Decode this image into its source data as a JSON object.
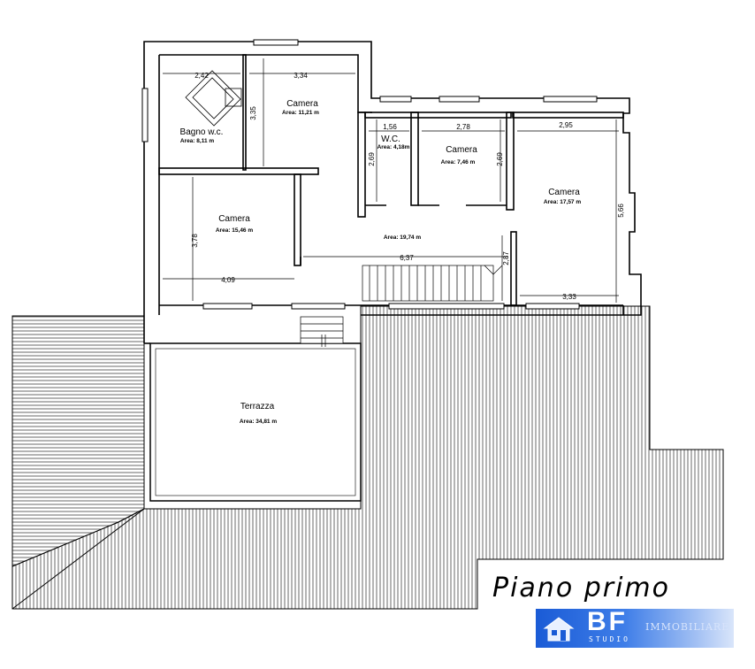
{
  "plan": {
    "title": "Piano primo",
    "rooms": [
      {
        "id": "bagno",
        "name": "Bagno w.c.",
        "area": "Area: 8,11 m"
      },
      {
        "id": "camera-1",
        "name": "Camera",
        "area": "Area: 11,21 m"
      },
      {
        "id": "wc",
        "name": "W.C.",
        "area": "Area: 4,18m"
      },
      {
        "id": "camera-2",
        "name": "Camera",
        "area": "Area: 7,46 m"
      },
      {
        "id": "camera-3",
        "name": "Camera",
        "area": "Area: 17,57 m"
      },
      {
        "id": "camera-4",
        "name": "Camera",
        "area": "Area: 15,46 m"
      },
      {
        "id": "disimpegno",
        "name": "",
        "area": "Area: 19,74 m"
      },
      {
        "id": "terrazza",
        "name": "Terrazza",
        "area": "Area: 34,81 m"
      }
    ],
    "dimensions": [
      "2,42",
      "3,34",
      "3,35",
      "1,56",
      "2,78",
      "2,95",
      "2,69",
      "2,69",
      "5,66",
      "3,78",
      "4,09",
      "6,37",
      "2,87",
      "3,33"
    ]
  },
  "logo": {
    "brand": "BF",
    "sub": "STUDIO",
    "tagline": "IMMOBILIARE"
  }
}
